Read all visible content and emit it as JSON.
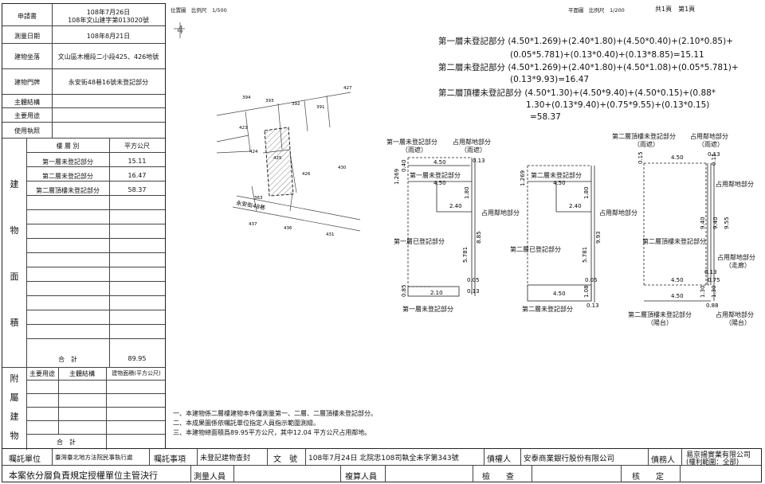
{
  "left_table": {
    "rows": [
      {
        "label": "申請書",
        "value_line1": "108年7月26日",
        "value_line2": "108年文山建字第013020號"
      },
      {
        "label": "測量日期",
        "value_line1": "108年8月21日"
      },
      {
        "label": "建物坐落",
        "value_line1": "文山區木柵段二小段425、426地號"
      },
      {
        "label": "建物門牌",
        "value_line1": "永安街48巷16號未登記部分"
      },
      {
        "label": "主體結構",
        "value_line1": ""
      },
      {
        "label": "主要用途",
        "value_line1": ""
      },
      {
        "label": "使用執照",
        "value_line1": ""
      }
    ],
    "area_section_chars": [
      "建",
      "物",
      "面",
      "積"
    ],
    "area_header": {
      "floor": "樓 層 別",
      "sqm": "平方公尺"
    },
    "area_rows": [
      {
        "floor": "第一層未登記部分",
        "sqm": "15.11"
      },
      {
        "floor": "第二層未登記部分",
        "sqm": "16.47"
      },
      {
        "floor": "第二層頂樓未登記部分",
        "sqm": "58.37"
      }
    ],
    "area_total_label": "合　計",
    "area_total": "89.95",
    "annex_chars": [
      "附",
      "屬",
      "建",
      "物"
    ],
    "annex_header": {
      "use": "主要用途",
      "structure": "主體結構",
      "area": "建物面積(平方公尺)"
    },
    "annex_total_label": "合　計"
  },
  "location_map": {
    "title": "位置圖　比例尺　1/500",
    "north": "4",
    "parcels": [
      "394",
      "393",
      "392",
      "391",
      "427",
      "423",
      "424",
      "425",
      "426",
      "430",
      "363",
      "437",
      "436",
      "431"
    ],
    "street": "永安街48巷"
  },
  "plan_header": {
    "scale": "平面圖　比例尺　1/200",
    "pages": "共1頁　第1頁"
  },
  "formulas": [
    {
      "line1": "第一層未登記部分 (4.50*1.269)+(2.40*1.80)+(4.50*0.40)+(2.10*0.85)+",
      "line2": "(0.05*5.781)+(0.13*0.40)+(0.13*8.85)=15.11"
    },
    {
      "line1": "第二層未登記部分 (4.50*1.269)+(2.40*1.80)+(4.50*1.08)+(0.05*5.781)+",
      "line2": "(0.13*9.93)=16.47"
    },
    {
      "line1": "第二層頂樓未登記部分 (4.50*1.30)+(4.50*9.40)+(4.50*0.15)+(0.88*",
      "line2": "1.30+(0.13*9.40)+(0.75*9.55)+(0.13*0.15)",
      "line3": "=58.37"
    }
  ],
  "plan1": {
    "top_label": "第一層未登記部分",
    "top_sub": "（雨遮）",
    "occupy_top": "占用鄰地部分",
    "occupy_top_sub": "（雨遮）",
    "inner_label": "第一層未登記部分",
    "occupy_mid": "占用鄰地部分",
    "registered": "第一層已登記部分",
    "bottom_label": "第一層未登記部分",
    "dims": [
      "4.50",
      "0.13",
      "1.269",
      "0.40",
      "4.50",
      "1.80",
      "2.40",
      "8.85",
      "5.781",
      "0.05",
      "0.85",
      "2.10",
      "0.13"
    ]
  },
  "plan2": {
    "inner_label": "第二層未登記部分",
    "occupy_mid": "占用鄰地部分",
    "registered": "第二層已登記部分",
    "bottom_label": "第二層未登記部分",
    "dims": [
      "1.269",
      "4.50",
      "1.80",
      "2.40",
      "9.93",
      "5.781",
      "0.05",
      "4.50",
      "1.08",
      "0.13"
    ]
  },
  "plan3": {
    "top_label": "第二層頂樓未登記部分",
    "top_sub": "（雨遮）",
    "occupy_top": "占用鄰地部分",
    "occupy_top_sub": "（雨遮）",
    "occupy_right": "占用鄰地部分",
    "main_label": "第二層頂樓未登記部分",
    "occupy_walk": "占用鄰地部分",
    "occupy_walk_sub": "（走廊）",
    "bottom_label": "第二層頂樓未登記部分",
    "bottom_sub": "（陽台）",
    "occupy_bottom": "占用鄰地部分",
    "occupy_bottom_sub": "（陽台）",
    "dims": [
      "4.50",
      "0.13",
      "0.15",
      "0.15",
      "9.40",
      "9.40",
      "9.55",
      "0.13",
      "4.50",
      "0.75",
      "4.50",
      "1.30",
      "1.30",
      "0.88"
    ]
  },
  "notes": [
    "一、本建物係二層樓建物本件僅測量第一、二層、二層頂樓未登記部分。",
    "二、本成果圖係依囑託單位指定人員指示範圍測繪。",
    "三、本建物總面積爲89.95平方公尺，其中12.04 平方公尺占用鄰地。"
  ],
  "bottom": {
    "commission_unit_label": "囑託單位",
    "commission_unit": "臺灣臺北地方法院民事執行處",
    "commission_item_label": "囑託事項",
    "commission_item": "未登記建物查封",
    "doc_no_label": "文　號",
    "doc_no": "108年7月24日 北院忠108司執全未字第343號",
    "creditor_label": "債權人",
    "creditor": "安泰商業銀行股份有限公司",
    "debtor_label": "債務人",
    "debtor": "易京揚實業有限公司",
    "debtor_scope": "(權利範圍：全部)",
    "notice": "本案依分層負責規定授權單位主管決行",
    "surveyor_label": "測量人員",
    "reviewer_label": "複算人員",
    "checker_label": "檢　　查",
    "approver_label": "核　　定"
  }
}
